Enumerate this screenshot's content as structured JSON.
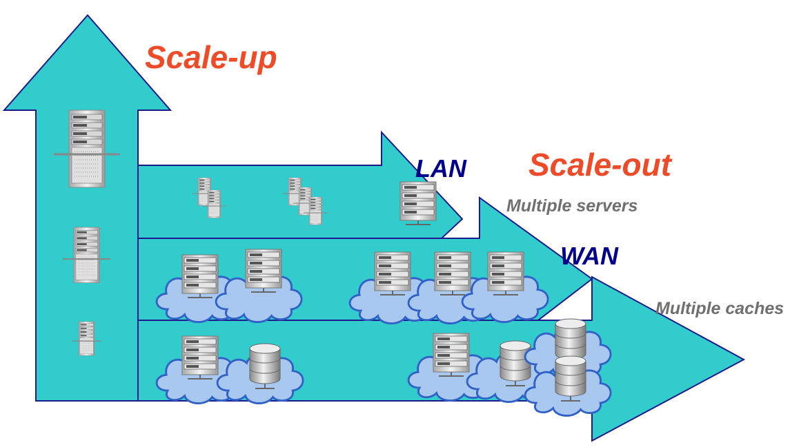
{
  "labels": {
    "scale_up": "Scale-up",
    "scale_out": "Scale-out",
    "lan": "LAN",
    "wan": "WAN",
    "multiple_servers": "Multiple servers",
    "multiple_caches": "Multiple caches"
  },
  "colors": {
    "arrow_fill": "#33cccc",
    "arrow_stroke": "#1a1a8c",
    "cloud_fill": "#a8c8f0",
    "cloud_stroke": "#3060c8",
    "orange_text": "#ee4b28",
    "navy_text": "#00008b",
    "gray_text": "#707070"
  },
  "icons": [
    "tower-server-icon",
    "rack-server-icon",
    "cloud-icon",
    "database-icon"
  ]
}
